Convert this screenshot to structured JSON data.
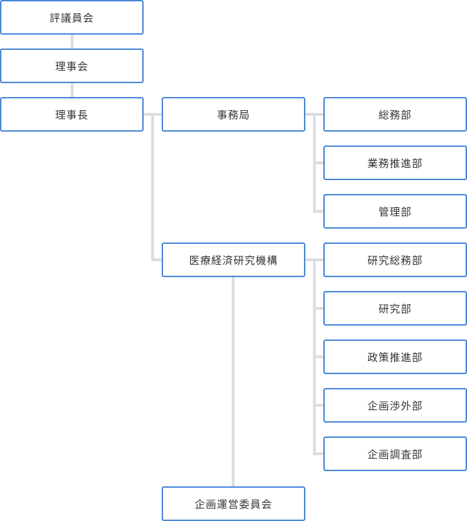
{
  "colors": {
    "box_border": "#4a86d6",
    "connector": "#dddddd",
    "text": "#333333"
  },
  "org": {
    "council": "評議員会",
    "board": "理事会",
    "president": "理事長",
    "secretariat": {
      "label": "事務局",
      "departments": [
        "総務部",
        "業務推進部",
        "管理部"
      ]
    },
    "institute": {
      "label": "医療経済研究機構",
      "departments": [
        "研究総務部",
        "研究部",
        "政策推進部",
        "企画渉外部",
        "企画調査部"
      ],
      "committee": "企画運営委員会"
    }
  }
}
